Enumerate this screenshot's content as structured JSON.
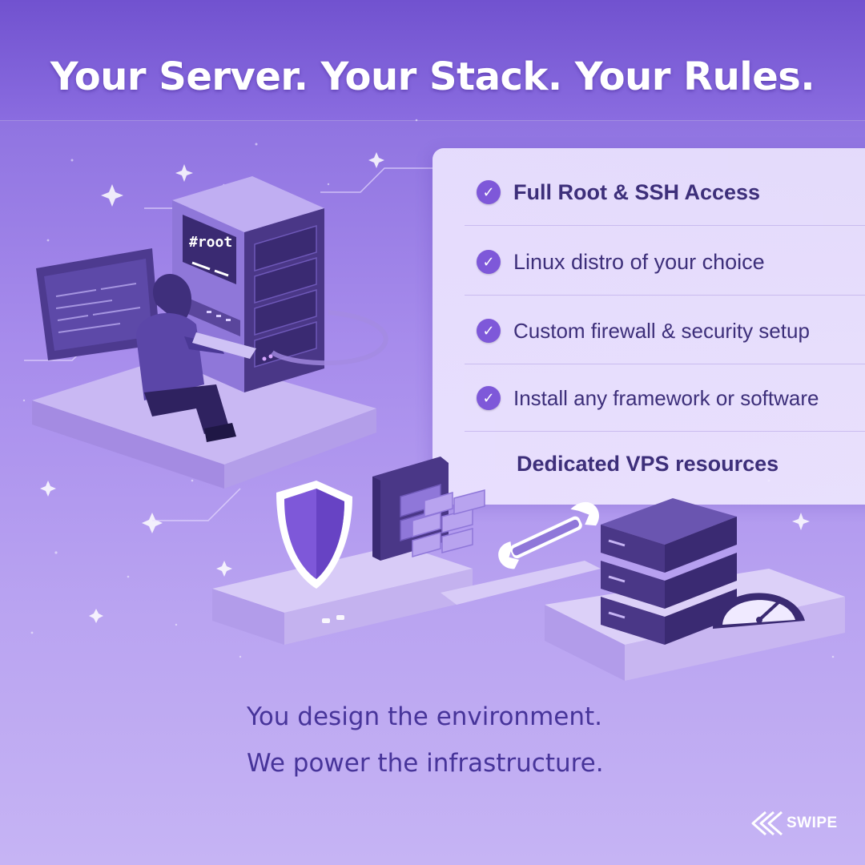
{
  "header": {
    "title": "Your Server. Your Stack. Your Rules."
  },
  "features": [
    {
      "label": "Full Root & SSH Access",
      "checked": true
    },
    {
      "label": "Linux distro of your choice",
      "checked": true
    },
    {
      "label": "Custom firewall & security setup",
      "checked": true
    },
    {
      "label": "Install any framework or software",
      "checked": true
    },
    {
      "label": "Dedicated VPS resources",
      "checked": false
    }
  ],
  "illustration": {
    "server_screen_text": "#root",
    "icons": [
      "hooded-user-icon",
      "terminal-window-icon",
      "server-tower-icon",
      "shield-icon",
      "firewall-brick-icon",
      "wrench-icon",
      "server-rack-icon",
      "speedometer-icon"
    ]
  },
  "tagline": {
    "line1": "You design the environment.",
    "line2": "We power the infrastructure."
  },
  "swipe": {
    "label": "SWIPE",
    "icon": "double-chevron-left-icon"
  },
  "colors": {
    "accent": "#7e58d9",
    "text_dark": "#3d2f7a",
    "background": "#a78cec"
  }
}
